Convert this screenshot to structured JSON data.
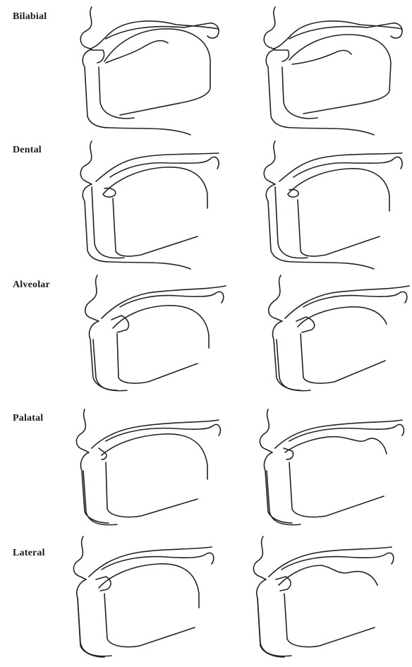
{
  "rows": [
    {
      "label": "Bilabial"
    },
    {
      "label": "Dental"
    },
    {
      "label": "Alveolar"
    },
    {
      "label": "Palatal"
    },
    {
      "label": "Lateral"
    }
  ]
}
